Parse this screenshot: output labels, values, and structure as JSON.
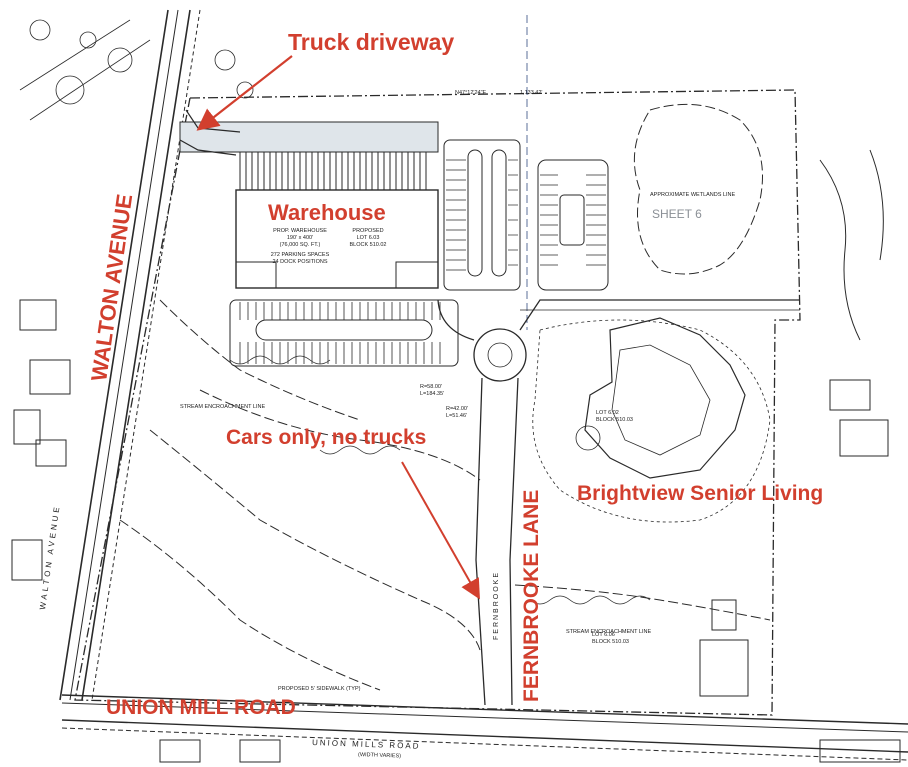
{
  "colors": {
    "annotation": "#d23f2e",
    "linework": "#2a2a2a",
    "building_fill": "#dfe5ea"
  },
  "annotations": {
    "truck_driveway": "Truck driveway",
    "warehouse": "Warehouse",
    "walton_avenue": "WALTON AVENUE",
    "cars_only": "Cars only, no trucks",
    "brightview": "Brightview Senior Living",
    "fernbrooke_lane": "FERNBROOKE LANE",
    "union_mill_road": "UNION MILL ROAD"
  },
  "plan_labels": {
    "sheet": "SHEET 6",
    "warehouse_note_1": "PROP. WAREHOUSE",
    "warehouse_note_2": "190' x 400'",
    "warehouse_note_3": "(76,000 SQ. FT.)",
    "warehouse_note_4": "272 PARKING SPACES",
    "warehouse_note_5": "24 DOCK POSITIONS",
    "proposed_lot_1": "PROPOSED",
    "proposed_lot_2": "LOT 6.03",
    "proposed_lot_3": "BLOCK 510.02",
    "union_mills_road_small": "UNION MILLS ROAD",
    "width_varies": "(WIDTH VARIES)",
    "walton_avenue_small": "WALTON AVENUE",
    "fernbrooke_small": "FERNBROOKE",
    "lot_602_1": "LOT 6.02",
    "lot_602_2": "BLOCK 510.03",
    "stream_line": "STREAM ENCROACHMENT LINE",
    "wetlands_line": "APPROXIMATE WETLANDS LINE",
    "curve_1": "R=58.00'",
    "curve_2": "L=184.35'",
    "curve_3": "R=42.00'",
    "curve_4": "L=51.46'",
    "bearing_top": "N47°12'24\"E",
    "distance_top": "1,133.42'",
    "proposed_sidewalk": "PROPOSED 5' SIDEWALK (TYP)",
    "lot_606_1": "LOT 6.06",
    "lot_606_2": "BLOCK 510.03"
  }
}
